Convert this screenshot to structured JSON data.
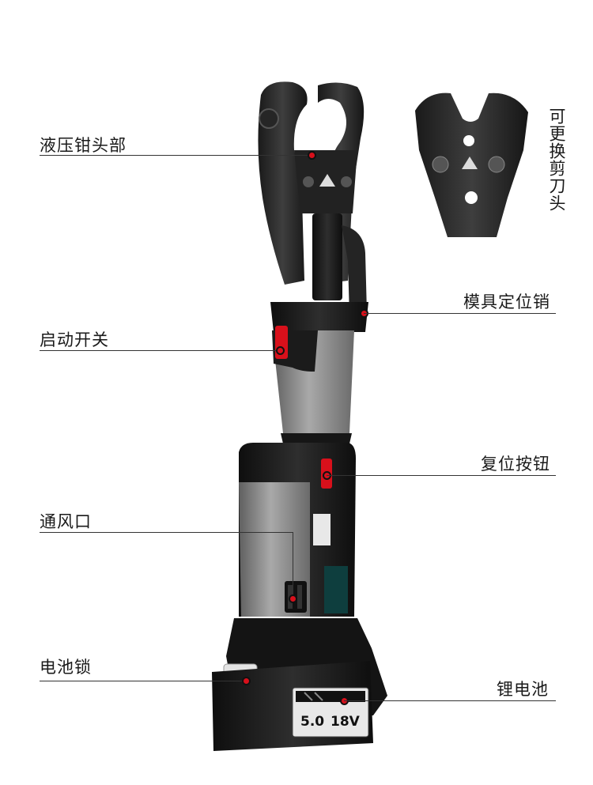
{
  "callouts": {
    "crimp_head": "液压钳头部",
    "start_switch": "启动开关",
    "vent": "通风口",
    "battery_lock": "电池锁",
    "die_pin": "模具定位销",
    "reset_button": "复位按钮",
    "battery": "锂电池",
    "replaceable_head": "可更换剪刀头"
  },
  "battery_marks": {
    "capacity": "5.0",
    "voltage": "18V"
  },
  "colors": {
    "body_black": "#1c1c1c",
    "grip_gray": "#8a8a8a",
    "accent_red": "#d8101b",
    "leader_line": "#333333"
  }
}
